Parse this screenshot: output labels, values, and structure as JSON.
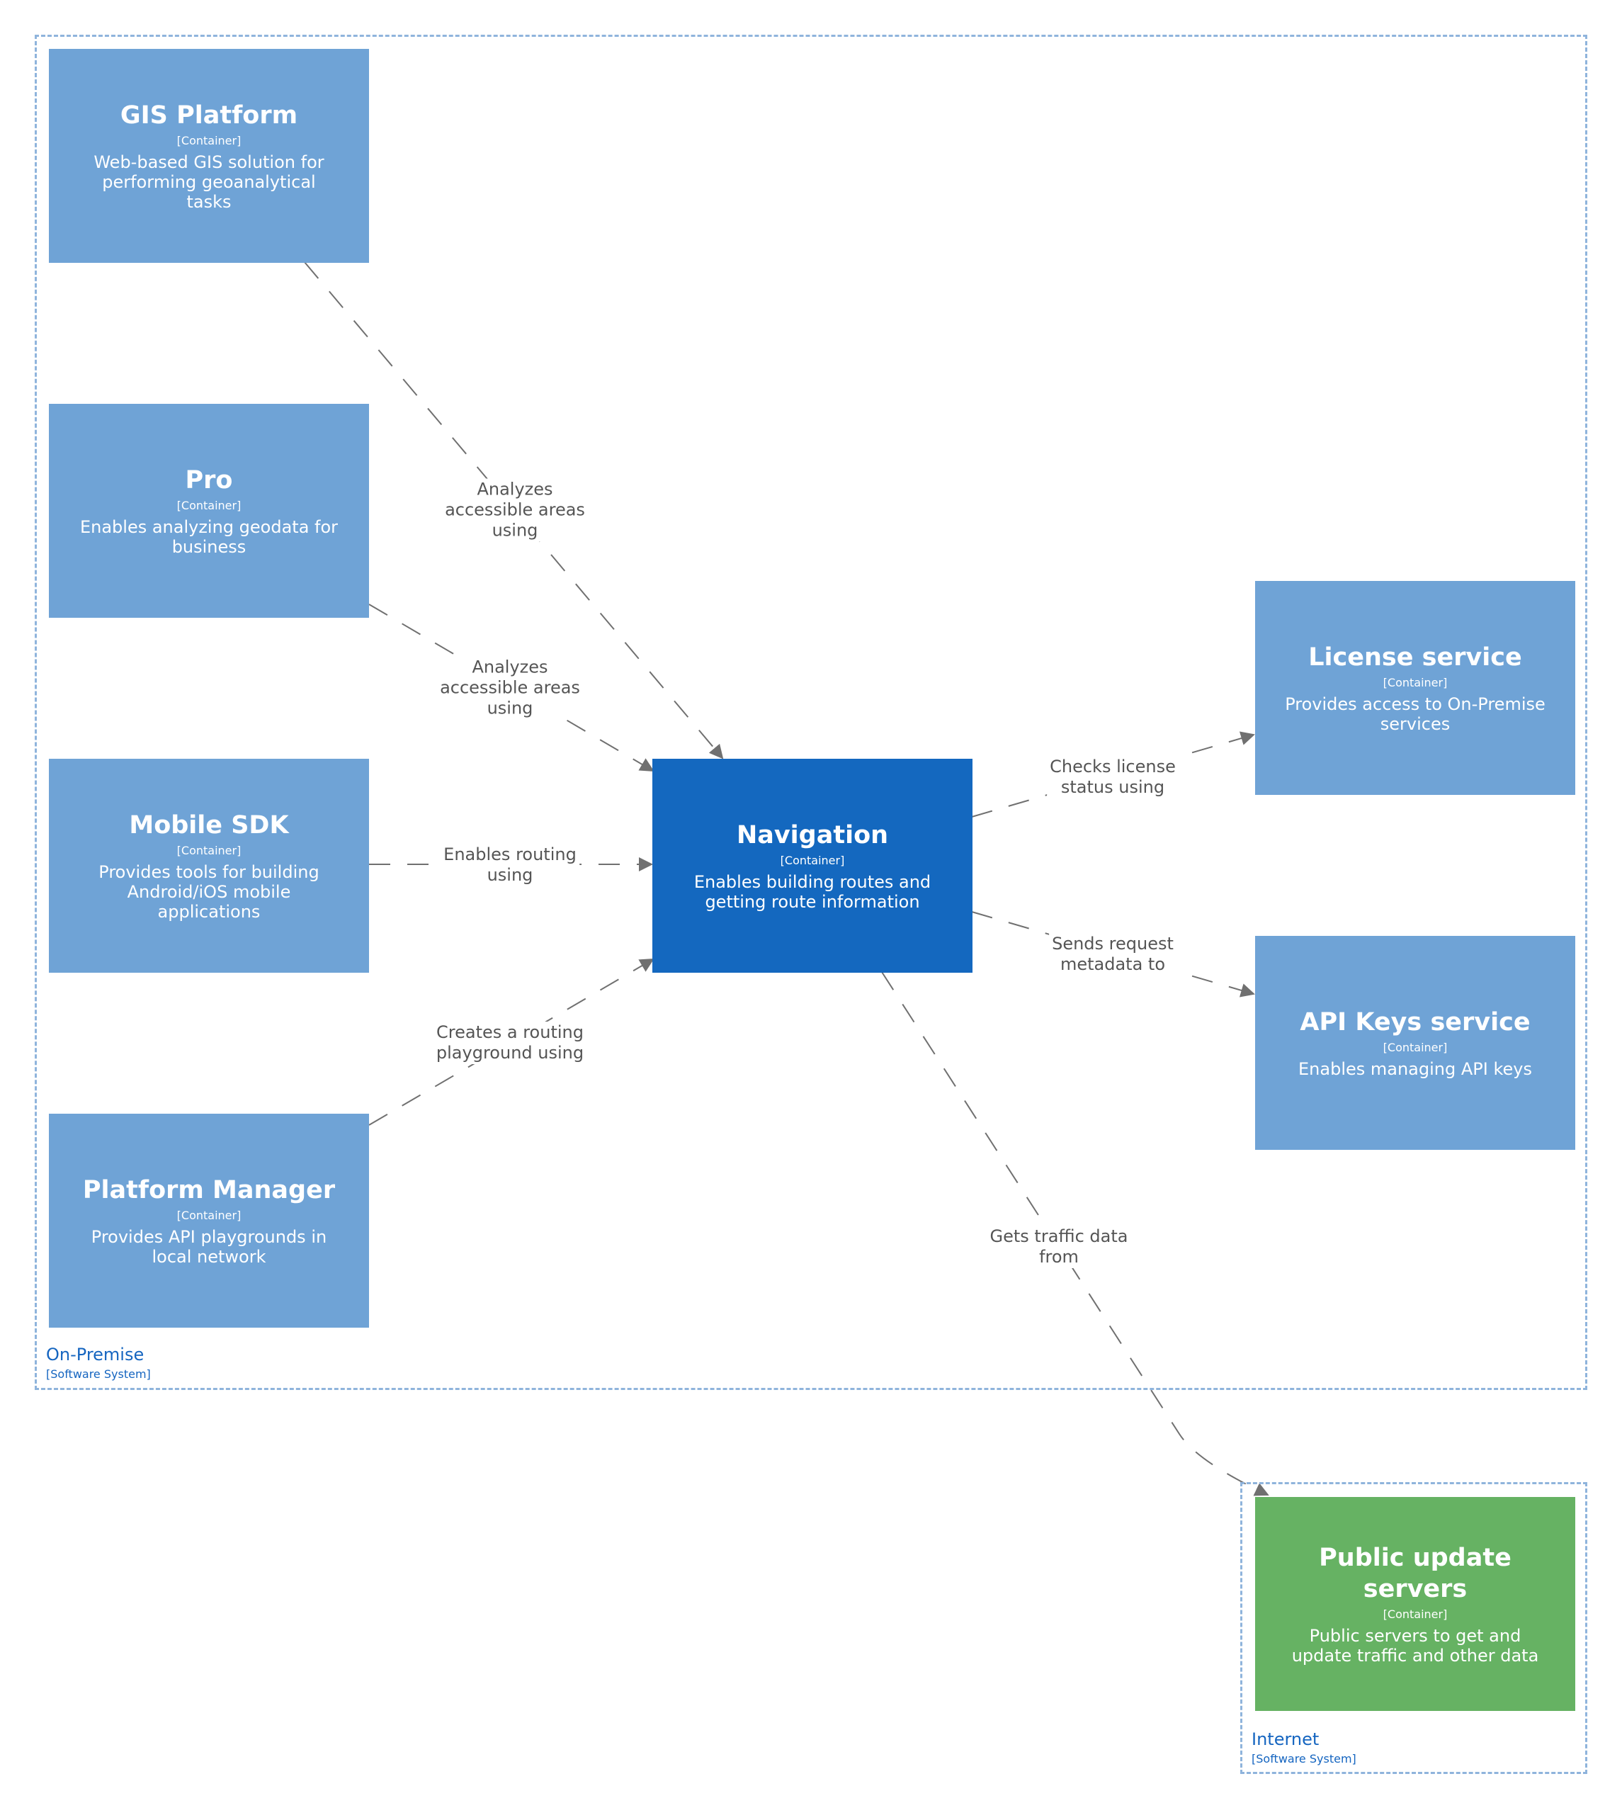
{
  "boundaries": {
    "on_premise": {
      "label": "On-Premise",
      "type": "[Software System]"
    },
    "internet": {
      "label": "Internet",
      "type": "[Software System]"
    }
  },
  "containers": {
    "gis": {
      "title": "GIS Platform",
      "type": "[Container]",
      "desc": "Web-based GIS solution for performing geoanalytical tasks"
    },
    "pro": {
      "title": "Pro",
      "type": "[Container]",
      "desc": "Enables analyzing geodata for business"
    },
    "mobile": {
      "title": "Mobile SDK",
      "type": "[Container]",
      "desc": "Provides tools for building Android/iOS mobile applications"
    },
    "manager": {
      "title": "Platform Manager",
      "type": "[Container]",
      "desc": "Provides API playgrounds in local network"
    },
    "navigation": {
      "title": "Navigation",
      "type": "[Container]",
      "desc": "Enables building routes and getting route information"
    },
    "license": {
      "title": "License service",
      "type": "[Container]",
      "desc": "Provides access to On-Premise services"
    },
    "apikeys": {
      "title": "API Keys service",
      "type": "[Container]",
      "desc": "Enables managing API keys"
    },
    "public": {
      "title": "Public update servers",
      "type": "[Container]",
      "desc": "Public servers to get and update traffic and other data"
    }
  },
  "relationships": {
    "gis_nav": "Analyzes\naccessible areas\nusing",
    "pro_nav": "Analyzes\naccessible areas\nusing",
    "mobile_nav": "Enables routing\nusing",
    "manager_nav": "Creates a routing\nplayground using",
    "nav_license": "Checks license\nstatus using",
    "nav_apikeys": "Sends request\nmetadata to",
    "nav_public": "Gets traffic data\nfrom"
  },
  "colors": {
    "container": "#6fa3d6",
    "focus_container": "#1468bf",
    "external_container": "#66b263",
    "boundary": "#8fb4dc",
    "arrow": "#707070"
  }
}
